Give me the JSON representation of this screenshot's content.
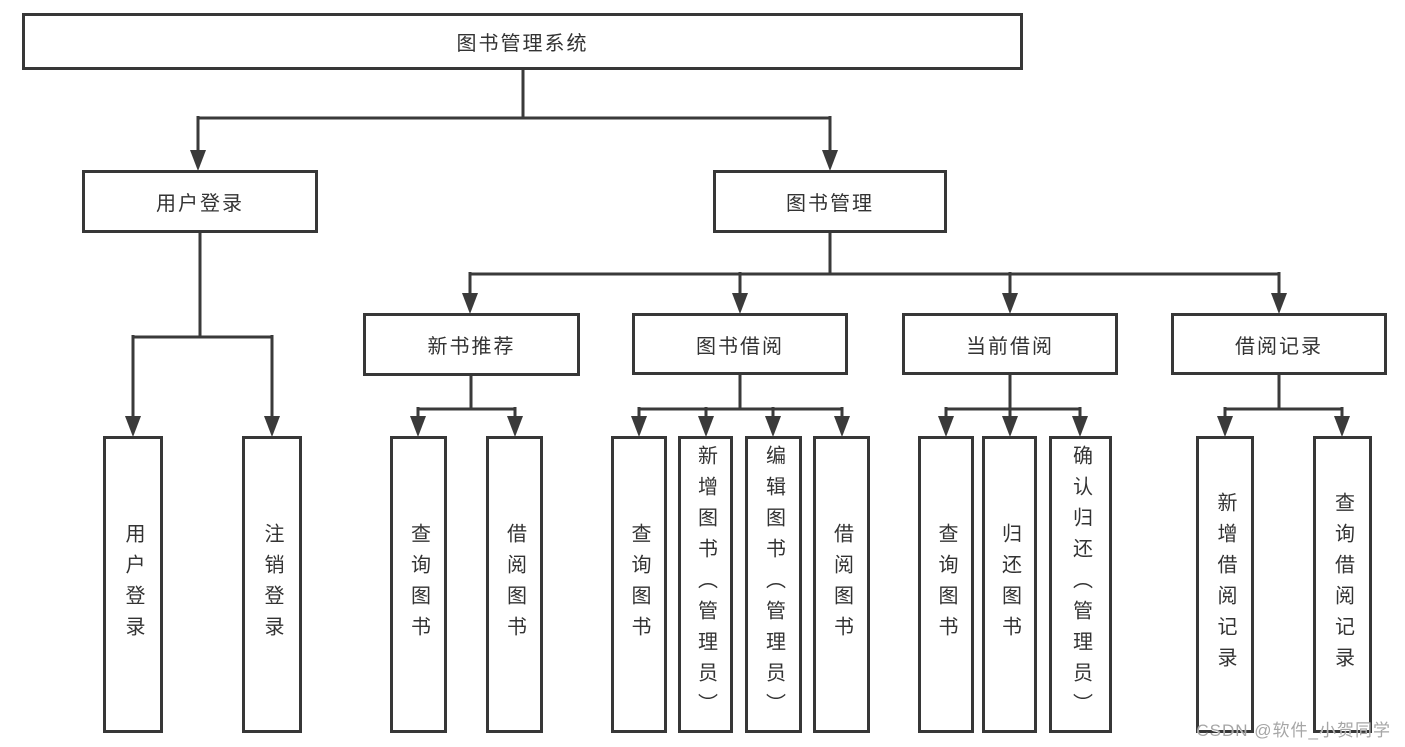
{
  "diagram_title": "图书管理系统",
  "tree": {
    "root": {
      "label": "图书管理系统",
      "children": [
        {
          "label": "用户登录",
          "children": [
            {
              "label": "用户登录"
            },
            {
              "label": "注销登录"
            }
          ]
        },
        {
          "label": "图书管理",
          "children": [
            {
              "label": "新书推荐",
              "children": [
                {
                  "label": "查询图书"
                },
                {
                  "label": "借阅图书"
                }
              ]
            },
            {
              "label": "图书借阅",
              "children": [
                {
                  "label": "查询图书"
                },
                {
                  "label": "新增图书（管理员）"
                },
                {
                  "label": "编辑图书（管理员）"
                },
                {
                  "label": "借阅图书"
                }
              ]
            },
            {
              "label": "当前借阅",
              "children": [
                {
                  "label": "查询图书"
                },
                {
                  "label": "归还图书"
                },
                {
                  "label": "确认归还（管理员）"
                }
              ]
            },
            {
              "label": "借阅记录",
              "children": [
                {
                  "label": "新增借阅记录"
                },
                {
                  "label": "查询借阅记录"
                }
              ]
            }
          ]
        }
      ]
    }
  },
  "watermark": {
    "text": "CSDN @软件_小贺同学"
  },
  "colors": {
    "line": "#3a3a3a",
    "border": "#373737",
    "text": "#333333",
    "watermark": "#a6a6a6",
    "background": "#ffffff"
  }
}
